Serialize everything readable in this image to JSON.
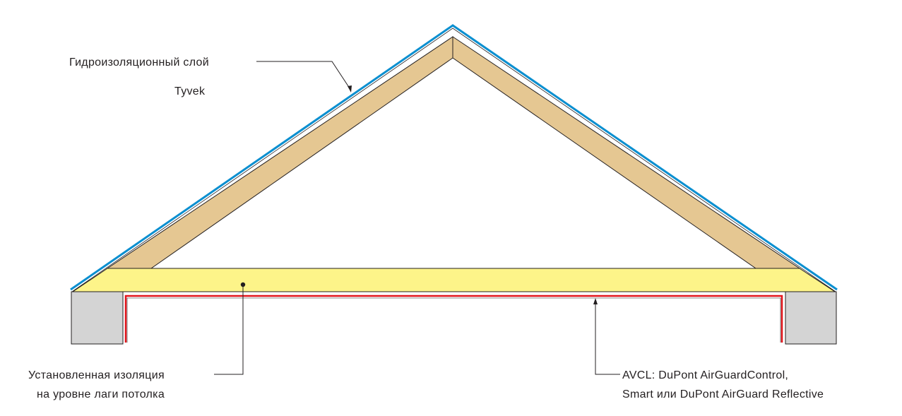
{
  "labels": {
    "waterproof_layer": "Гидроизоляционный слой",
    "waterproof_brand": "Tyvek",
    "insulation_line1": "Установленная изоляция",
    "insulation_line2": "на уровне лаги потолка",
    "avcl_line1": "AVCL: DuPont AirGuardControl,",
    "avcl_line2": "Smart или DuPont AirGuard Reflective"
  },
  "colors": {
    "timber": "#e5c792",
    "insulation": "#fdf489",
    "wall": "#d4d4d4",
    "membrane_blue": "#0a8fd0",
    "vapour_red": "#e3141b",
    "outline": "#231f20"
  }
}
